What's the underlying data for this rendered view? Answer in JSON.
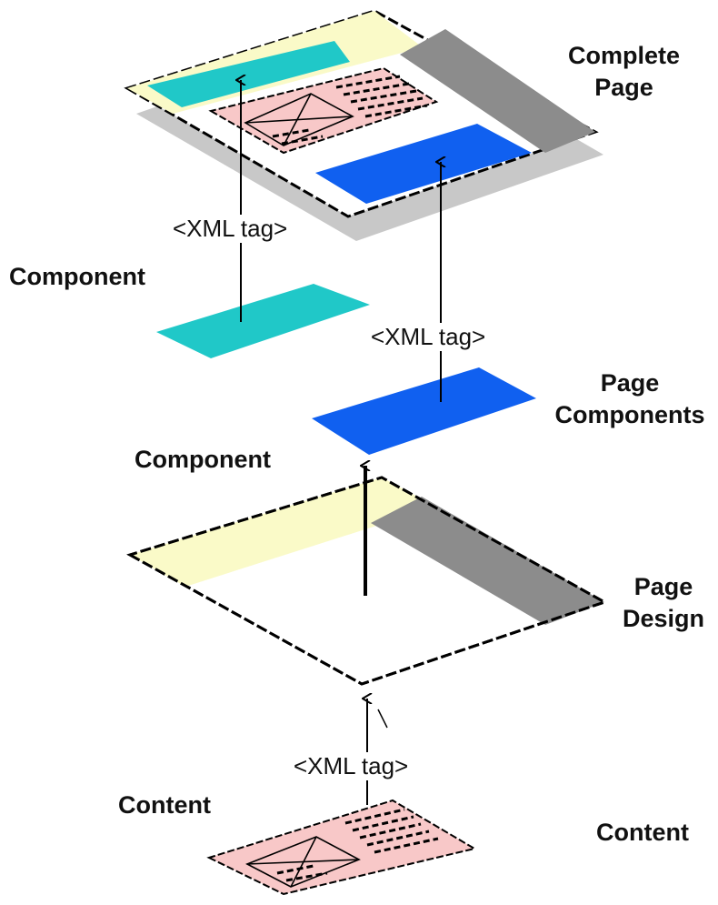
{
  "labels": {
    "complete_page": [
      "Complete",
      "Page"
    ],
    "component_top": "Component",
    "page_components": [
      "Page",
      "Components"
    ],
    "component_mid": "Component",
    "page_design": [
      "Page",
      "Design"
    ],
    "content_left": "Content",
    "content_right": "Content"
  },
  "tags": {
    "top": "<XML tag>",
    "middle": "<XML tag>",
    "bottom": "<XML tag>"
  },
  "colors": {
    "cyan": "#20c8c8",
    "blue": "#1060f0",
    "pale_yellow": "#fafac8",
    "gray": "#8c8c8c",
    "pink": "#f8c8c8",
    "shadow": "#c8c8c8"
  }
}
